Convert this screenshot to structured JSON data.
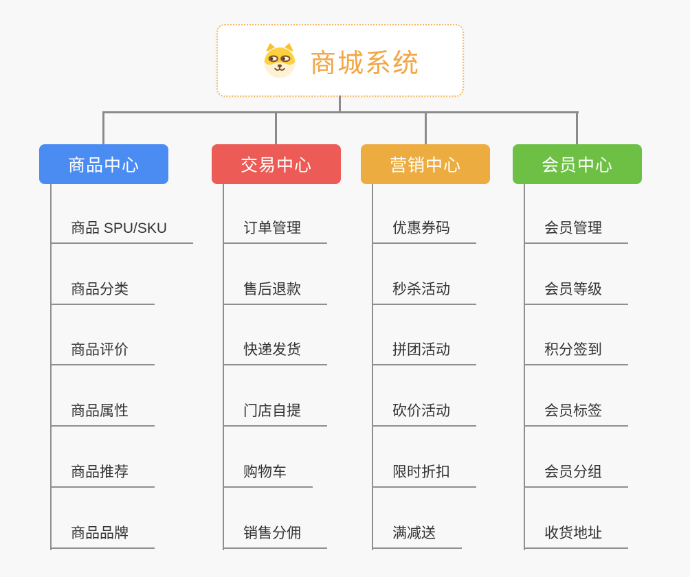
{
  "app": {
    "background_color": "#f8f8f8",
    "connector_color": "#8b8b8b"
  },
  "root": {
    "title": "商城系统",
    "icon": "shiba-dog-icon",
    "text_color": "#f2a644",
    "border_color": "#f5b763"
  },
  "branches": [
    {
      "label": "商品中心",
      "color": "#4a8cf2",
      "items": [
        "商品 SPU/SKU",
        "商品分类",
        "商品评价",
        "商品属性",
        "商品推荐",
        "商品品牌"
      ]
    },
    {
      "label": "交易中心",
      "color": "#ec5b56",
      "items": [
        "订单管理",
        "售后退款",
        "快递发货",
        "门店自提",
        "购物车",
        "销售分佣"
      ]
    },
    {
      "label": "营销中心",
      "color": "#ecac3f",
      "items": [
        "优惠券码",
        "秒杀活动",
        "拼团活动",
        "砍价活动",
        "限时折扣",
        "满减送"
      ]
    },
    {
      "label": "会员中心",
      "color": "#6dc044",
      "items": [
        "会员管理",
        "会员等级",
        "积分签到",
        "会员标签",
        "会员分组",
        "收货地址"
      ]
    }
  ]
}
